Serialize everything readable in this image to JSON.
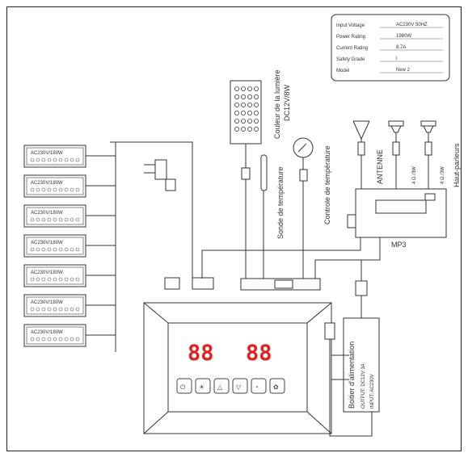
{
  "rating_plate": {
    "rows": [
      {
        "label": "Input Voltage",
        "value": "AC230V 50HZ"
      },
      {
        "label": "Power Rating",
        "value": "1980W"
      },
      {
        "label": "Current Rating",
        "value": "8.7A"
      },
      {
        "label": "Safety Grade",
        "value": "I"
      },
      {
        "label": "Model",
        "value": "New 2"
      }
    ]
  },
  "heaters": [
    {
      "spec": "AC230V/180W"
    },
    {
      "spec": "AC230V/180W"
    },
    {
      "spec": "AC230V/180W"
    },
    {
      "spec": "AC230V/180W"
    },
    {
      "spec": "AC230V/180W"
    },
    {
      "spec": "AC230V/180W"
    },
    {
      "spec": "AC230V/180W"
    }
  ],
  "labels": {
    "light_color": "Couleur de la lumière",
    "light_spec": "DC12V/8W",
    "temp_probe": "Sonde de température",
    "temp_control": "Controle de température",
    "antenna": "ANTENNE",
    "speaker_1": "4 Ω /3W",
    "speaker_2": "4 Ω /3W",
    "speakers": "Haut-parleurs",
    "mp3": "MP3",
    "psu_title": "Boitier d'alimentation",
    "psu_output": "OUTPUT: DC12V 3A",
    "psu_input": "INPUT: AC230V"
  },
  "display": {
    "left": "88",
    "right": "88",
    "color": "#e02020"
  },
  "keys": [
    "power-icon",
    "light-icon",
    "up-icon",
    "down-icon",
    "timer-icon",
    "fan-icon"
  ]
}
